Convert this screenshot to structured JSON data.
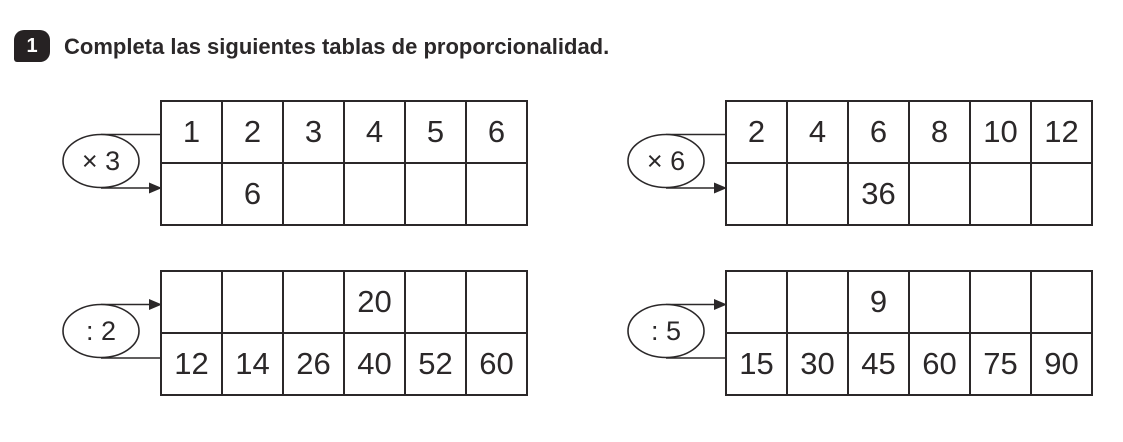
{
  "colors": {
    "ink": "#2b2829",
    "background": "#ffffff",
    "badge_bg": "#262223",
    "badge_text": "#ffffff"
  },
  "header": {
    "exercise_number": "1",
    "title": "Completa las siguientes tablas de proporcionalidad."
  },
  "tables": [
    {
      "operator": "× 3",
      "arrow_points_to": "bottom-row",
      "top_row": [
        "1",
        "2",
        "3",
        "4",
        "5",
        "6"
      ],
      "bottom_row": [
        "",
        "6",
        "",
        "",
        "",
        ""
      ]
    },
    {
      "operator": "× 6",
      "arrow_points_to": "bottom-row",
      "top_row": [
        "2",
        "4",
        "6",
        "8",
        "10",
        "12"
      ],
      "bottom_row": [
        "",
        "",
        "36",
        "",
        "",
        ""
      ]
    },
    {
      "operator": ": 2",
      "arrow_points_to": "top-row",
      "top_row": [
        "",
        "",
        "",
        "20",
        "",
        ""
      ],
      "bottom_row": [
        "12",
        "14",
        "26",
        "40",
        "52",
        "60"
      ]
    },
    {
      "operator": ": 5",
      "arrow_points_to": "top-row",
      "top_row": [
        "",
        "",
        "9",
        "",
        "",
        ""
      ],
      "bottom_row": [
        "15",
        "30",
        "45",
        "60",
        "75",
        "90"
      ]
    }
  ]
}
